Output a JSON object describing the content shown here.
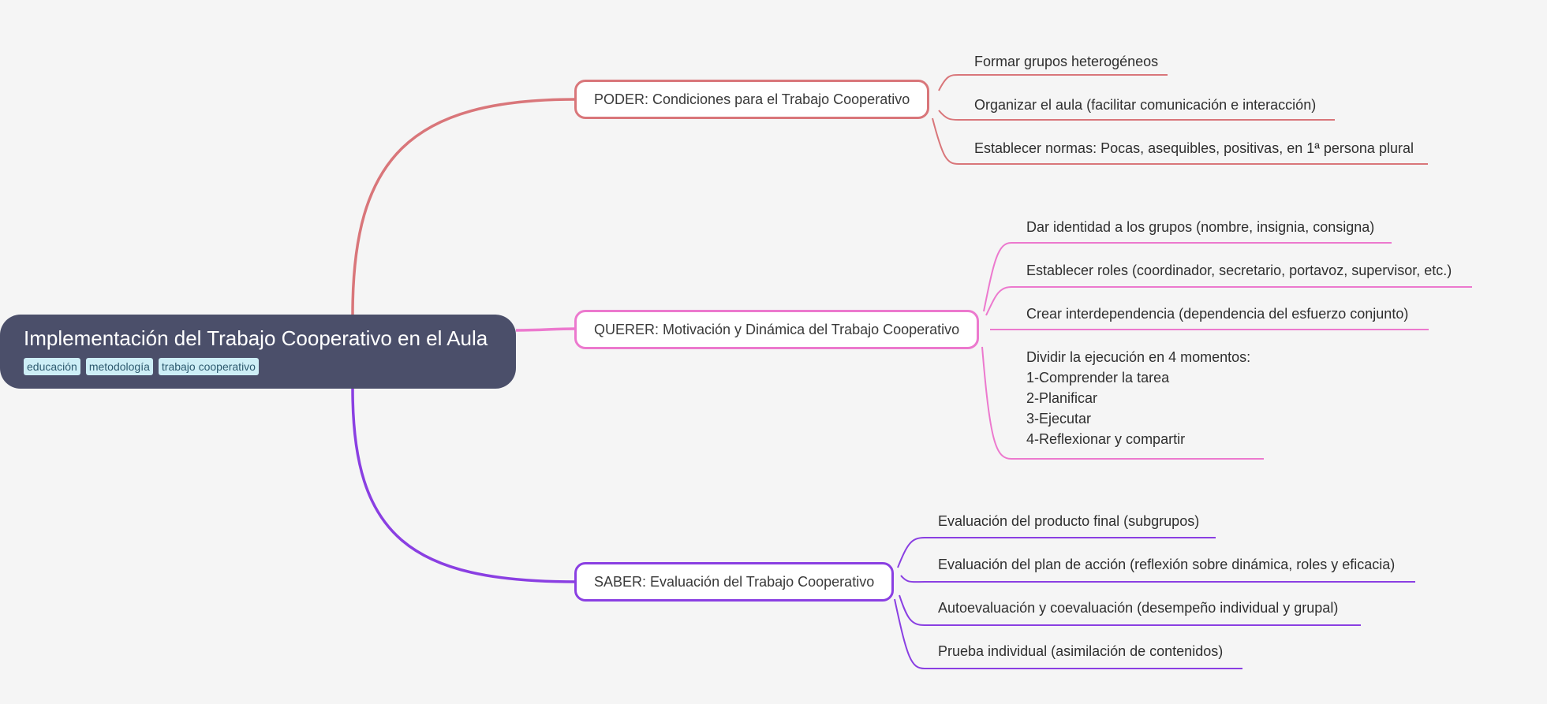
{
  "colors": {
    "background": "#f5f5f5",
    "root": "#4b4f6a",
    "poder": "#d9767a",
    "querer": "#ec79ce",
    "saber": "#8a3fe2",
    "tag_bg": "#cdeef6"
  },
  "root": {
    "title": "Implementación del Trabajo Cooperativo en el Aula",
    "tags": [
      "educación",
      "metodología",
      "trabajo cooperativo"
    ]
  },
  "branches": {
    "poder": {
      "label": "PODER: Condiciones para el Trabajo Cooperativo",
      "items": [
        "Formar grupos heterogéneos",
        "Organizar el aula (facilitar comunicación e interacción)",
        "Establecer normas: Pocas, asequibles, positivas, en 1ª persona plural"
      ]
    },
    "querer": {
      "label": "QUERER: Motivación y Dinámica del Trabajo Cooperativo",
      "items": [
        "Dar identidad a los grupos (nombre, insignia, consigna)",
        "Establecer roles (coordinador, secretario, portavoz, supervisor, etc.)",
        "Crear interdependencia (dependencia del esfuerzo conjunto)"
      ],
      "multiline_item": [
        "Dividir la ejecución en 4 momentos:",
        "1-Comprender la tarea",
        "2-Planificar",
        "3-Ejecutar",
        "4-Reflexionar y compartir"
      ]
    },
    "saber": {
      "label": "SABER: Evaluación del Trabajo Cooperativo",
      "items": [
        "Evaluación del producto final (subgrupos)",
        "Evaluación del plan de acción (reflexión sobre dinámica, roles y eficacia)",
        "Autoevaluación y coevaluación (desempeño individual y grupal)",
        "Prueba individual (asimilación de contenidos)"
      ]
    }
  }
}
